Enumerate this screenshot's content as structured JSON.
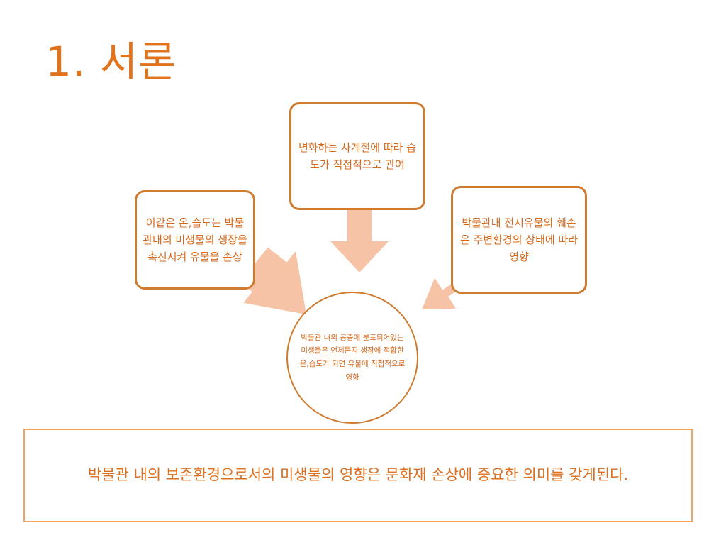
{
  "slide": {
    "title": "1. 서론"
  },
  "diagram": {
    "center": "박물관 내의 공중에 분포되어있는 미생물은 언제든지 생장에 적합한 온,습도가 되면 유물에 직접적으로 영향",
    "top_box": "변화하는 사계절에 따라 습도가 직접적으로 관여",
    "left_box": "이같은 온,습도는 박물관내의 미생물의 생장을 촉진시켜 유물을 손상",
    "right_box": "박물관내 전시유물의 훼손은 주변환경의 상태에 따라 영향"
  },
  "conclusion": "박물관 내의 보존환경으로서의 미생물의 영향은 문화재 손상에 중요한 의미를 갖게된다.",
  "colors": {
    "title": "#e0731e",
    "box_border": "#cf7b30",
    "arrow": "#f7c3a6",
    "text": "#d66a1c",
    "conclusion_border": "#f0a45e"
  }
}
